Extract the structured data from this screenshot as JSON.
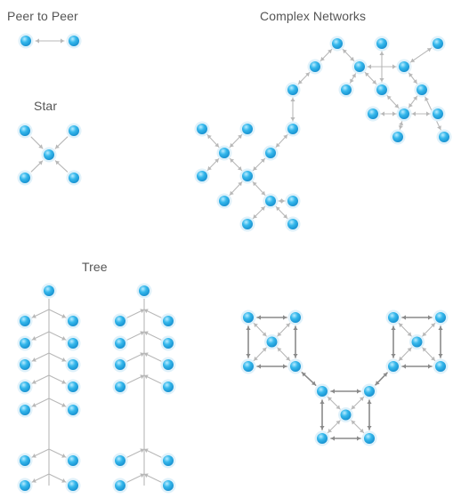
{
  "labels": {
    "peer_to_peer": "Peer to Peer",
    "complex_networks": "Complex Networks",
    "star": "Star",
    "tree": "Tree"
  },
  "colors": {
    "node_fill": "#1aa3e0",
    "node_highlight": "#b9ecff",
    "node_halo": "#dff1fa",
    "edge_light": "#b8b8b8",
    "edge_dark": "#8a8a8a"
  },
  "icons": {
    "node": "network-node-icon",
    "link": "double-arrow-icon"
  }
}
